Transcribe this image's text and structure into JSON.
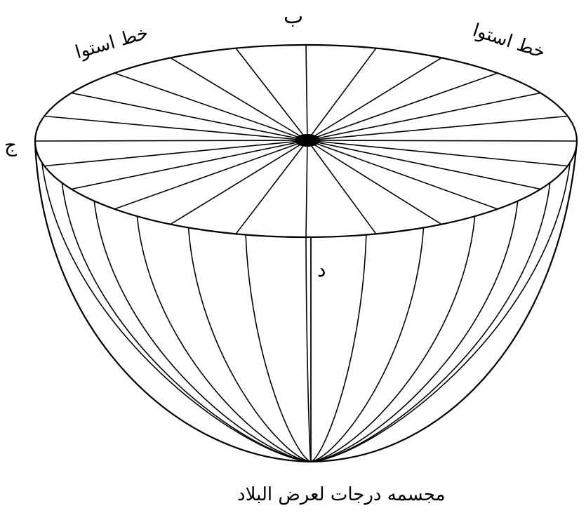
{
  "labels": {
    "top": "ب",
    "upper_left": "خط استوا",
    "upper_right": "خط استوا",
    "left": "ج",
    "center": "د",
    "bottom": "مجسمه درجات لعرض البلاد"
  },
  "figure": {
    "shape": "hemisphere",
    "stroke_color": "#000000",
    "background_color": "#ffffff",
    "rim_radial_lines": 24,
    "bowl_meridians": 13
  }
}
